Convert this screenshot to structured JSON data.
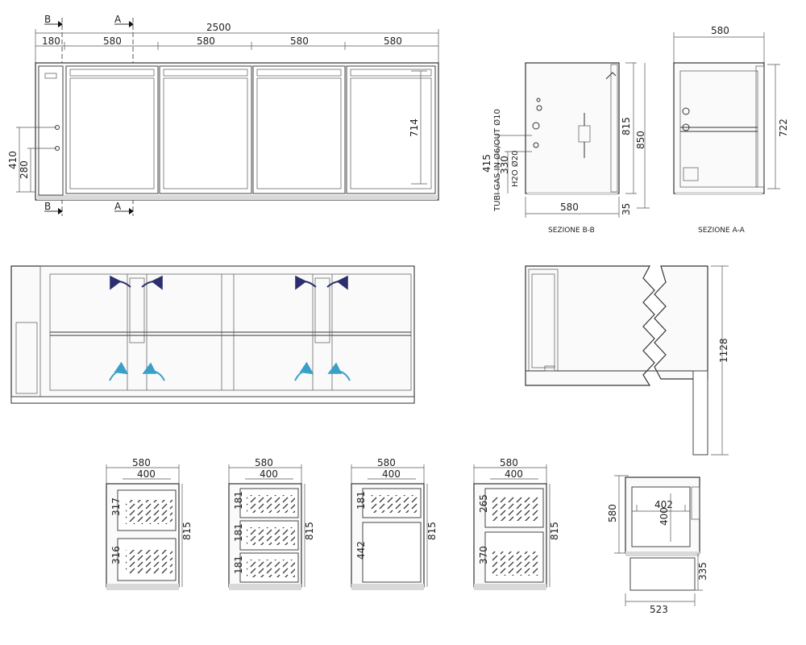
{
  "front_view": {
    "section_marks": {
      "b": "B",
      "a": "A"
    },
    "dims": {
      "total": "2500",
      "left": "180",
      "door1": "580",
      "door2": "580",
      "door3": "580",
      "door4": "580",
      "door_height": "714",
      "height1": "410",
      "height2": "280"
    }
  },
  "section_bb": {
    "caption": "SEZIONE B-B",
    "dims": {
      "depth": "580",
      "height": "815",
      "total_height": "850",
      "base": "35",
      "h415": "415",
      "h330": "330"
    },
    "labels": {
      "gas": "TUBI GAS IN Ø6/OUT Ø10",
      "water": "H2O Ø20"
    }
  },
  "section_aa": {
    "caption": "SEZIONE A-A",
    "dims": {
      "depth": "580",
      "height": "722"
    }
  },
  "top_section": {
    "dims": {
      "depth": "1128"
    }
  },
  "drawer_configs": [
    {
      "depth": "580",
      "inner": "400",
      "height": "815",
      "compartments": [
        "317",
        "316"
      ]
    },
    {
      "depth": "580",
      "inner": "400",
      "height": "815",
      "compartments": [
        "181",
        "181",
        "181"
      ]
    },
    {
      "depth": "580",
      "inner": "400",
      "height": "815",
      "compartments": [
        "181",
        "442"
      ]
    },
    {
      "depth": "580",
      "inner": "400",
      "height": "815",
      "compartments": [
        "265",
        "370"
      ]
    }
  ],
  "drawer_detail": {
    "dims": {
      "depth": "580",
      "width": "402",
      "height": "400",
      "bottom": "335",
      "base_width": "523"
    }
  },
  "colors": {
    "line": "#333333",
    "arrow_warm": "#2b2f6e",
    "arrow_cool": "#3aa0c8"
  }
}
